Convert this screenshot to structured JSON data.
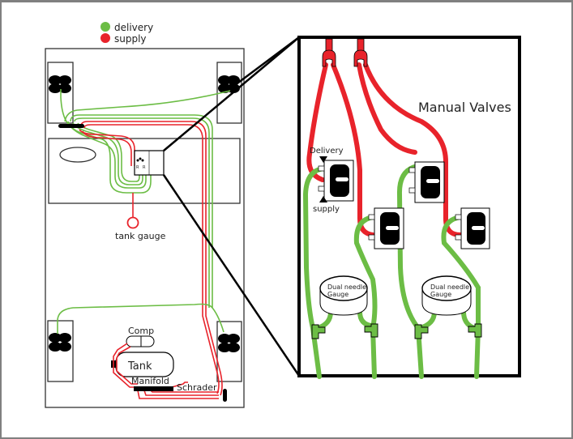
{
  "legend": {
    "items": [
      {
        "label": "delivery",
        "color": "#6cbd45"
      },
      {
        "label": "supply",
        "color": "#e8232b"
      }
    ]
  },
  "colors": {
    "delivery": "#6cbd45",
    "supply": "#e8232b",
    "outline": "#000000",
    "frame": "#808080"
  },
  "vehicle": {
    "labels": {
      "tank_gauge": "tank gauge",
      "compressor": "Comp",
      "tank": "Tank",
      "manifold": "Manifold",
      "schrader": "Schrader"
    },
    "valve_mini_labels": [
      "R",
      "R"
    ]
  },
  "detail": {
    "title": "Manual Valves",
    "delivery_label": "Delivery",
    "supply_label": "supply",
    "gauges": [
      {
        "label_line1": "Dual needle",
        "label_line2": "Gauge"
      },
      {
        "label_line1": "Dual needle",
        "label_line2": "Gauge"
      }
    ]
  }
}
